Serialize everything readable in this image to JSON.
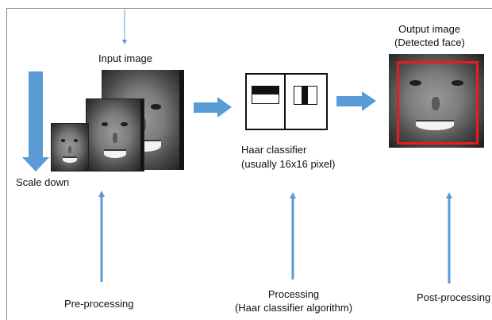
{
  "labels": {
    "input_image": "Input image",
    "scale_down": "Scale down",
    "haar_line1": "Haar classifier",
    "haar_line2": "(usually 16x16 pixel)",
    "output_line1": "Output image",
    "output_line2": "(Detected face)",
    "pre_processing": "Pre-processing",
    "processing_line1": "Processing",
    "processing_line2": "(Haar classifier algorithm)",
    "post_processing": "Post-processing"
  },
  "colors": {
    "arrow_blue": "#5b9bd5",
    "detect_box": "#e81c1c",
    "stage_line": "#5b9bd5"
  }
}
